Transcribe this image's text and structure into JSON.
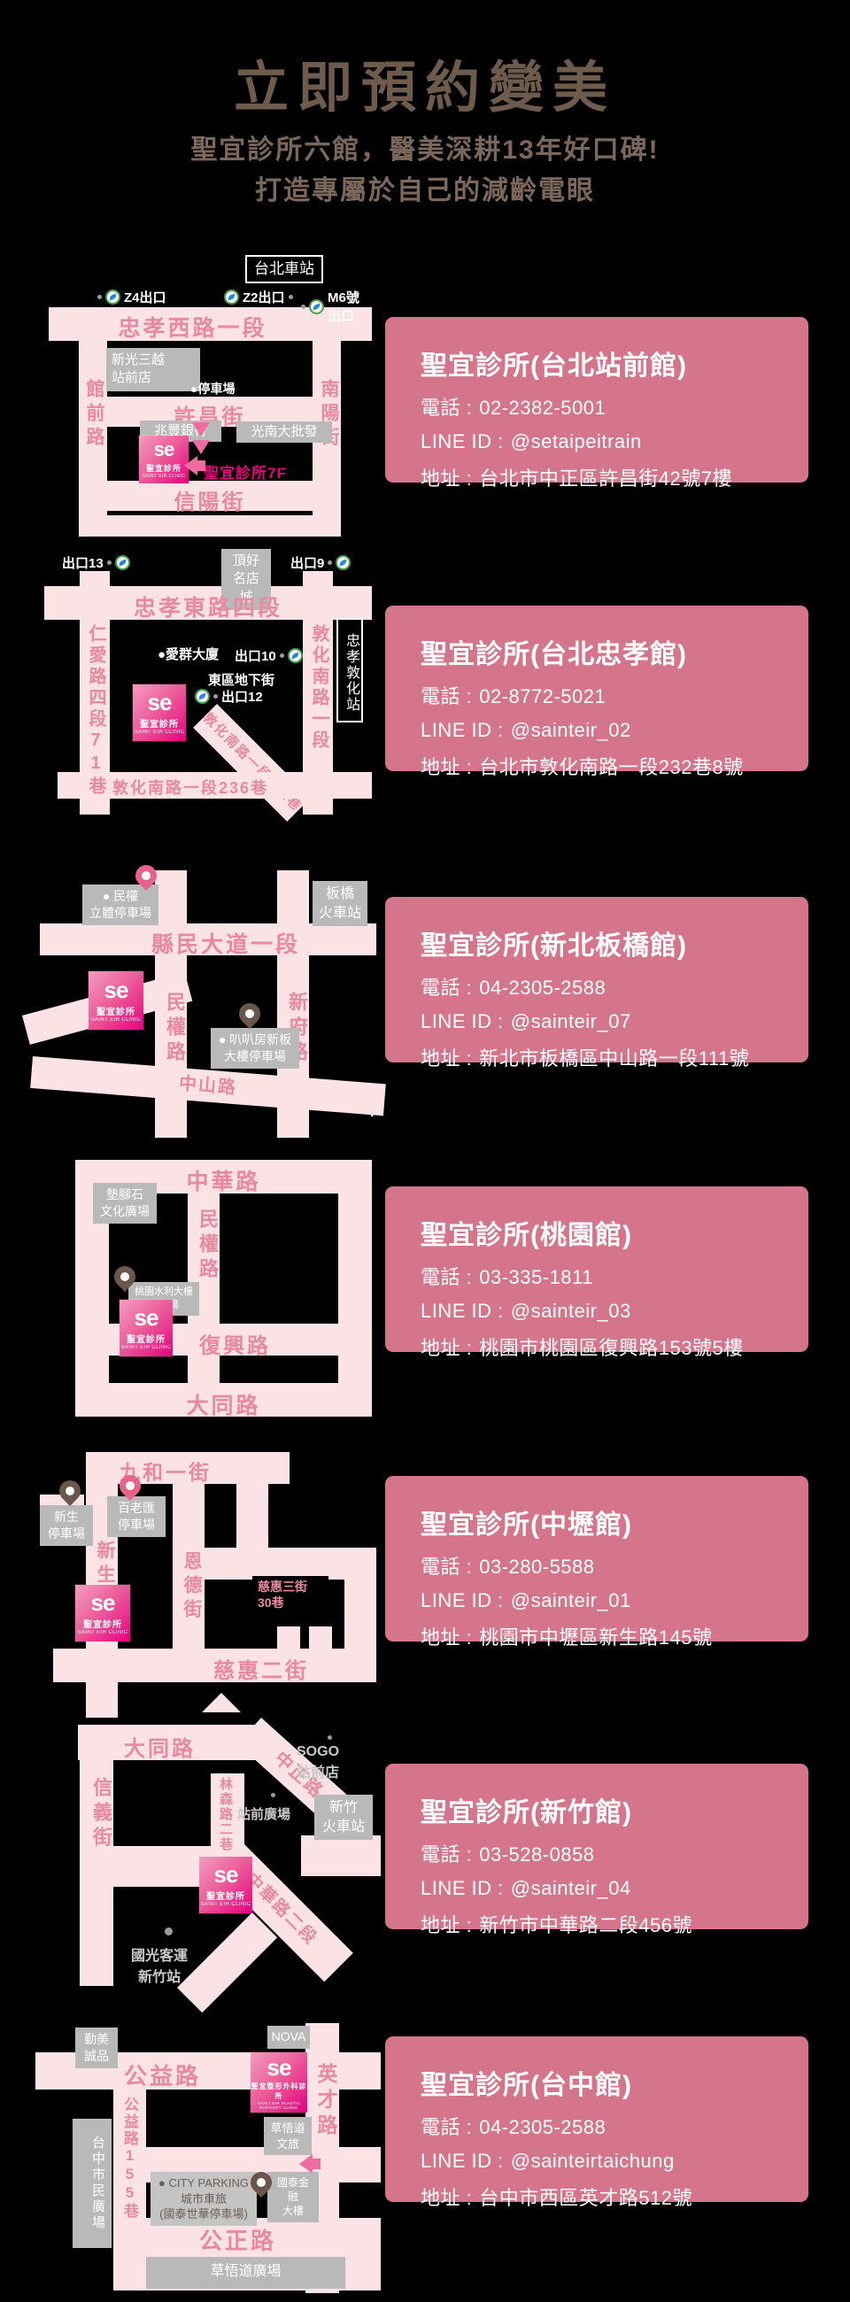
{
  "header": {
    "title": "立即預約變美",
    "sub1": "聖宜診所六館，醫美深耕13年好口碑!",
    "sub2": "打造專屬於自己的減齡電眼"
  },
  "labels": {
    "phone": "電話 :",
    "line": "LINE ID :",
    "addr": "地址 :"
  },
  "cards": [
    {
      "title": "聖宜診所(台北站前館)",
      "phone": "02-2382-5001",
      "line_id": "@setaipeitrain",
      "address": "台北市中正區許昌街42號7樓"
    },
    {
      "title": "聖宜診所(台北忠孝館)",
      "phone": "02-8772-5021",
      "line_id": "@sainteir_02",
      "address": "台北市敦化南路一段232巷8號"
    },
    {
      "title": "聖宜診所(新北板橋館)",
      "phone": "04-2305-2588",
      "line_id": "@sainteir_07",
      "address": "新北市板橋區中山路一段111號"
    },
    {
      "title": "聖宜診所(桃園館)",
      "phone": "03-335-1811",
      "line_id": "@sainteir_03",
      "address": "桃園市桃園區復興路153號5樓"
    },
    {
      "title": "聖宜診所(中壢館)",
      "phone": "03-280-5588",
      "line_id": "@sainteir_01",
      "address": "桃園市中壢區新生路145號"
    },
    {
      "title": "聖宜診所(新竹館)",
      "phone": "03-528-0858",
      "line_id": "@sainteir_04",
      "address": "新竹市中華路二段456號"
    },
    {
      "title": "聖宜診所(台中館)",
      "phone": "04-2305-2588",
      "line_id": "@sainteirtaichung",
      "address": "台中市西區英才路512號"
    }
  ],
  "logo": {
    "mark": "se",
    "name": "聖宜診所",
    "en": "SAINT EIR CLINIC"
  },
  "logo7": {
    "name": "聖宜整形外科診所",
    "en": "SAINT EIR PLASTIC SURGERY CLINIC"
  },
  "maps": {
    "m1": {
      "station": "台北車站",
      "z4": "Z4出口",
      "z2": "Z2出口",
      "m6": "M6號出口",
      "road1": "忠孝西路一段",
      "shinkong": "新光三越\n站前店",
      "parking": "●停車場",
      "left": "館前路",
      "right": "南陽街",
      "road2": "許昌街",
      "bank": "兆豐銀行",
      "guangnan": "光南大批發",
      "clinic": "聖宜診所7F",
      "road3": "信陽街"
    },
    "m2": {
      "exit13": "出口13",
      "dinghao": "頂好\n名店城",
      "exit9": "出口9",
      "road1": "忠孝東路四段",
      "left": "仁愛路四段71巷",
      "aiqun": "●愛群大廈",
      "exit10": "出口10",
      "underground": "東區地下街",
      "exit12": "出口12",
      "right": "敦化南路一段",
      "station": "忠孝敦化站",
      "diag": "敦化南路一段232巷",
      "road2": "敦化南路一段236巷"
    },
    "m3": {
      "parking1": "● 民權\n立體停車場",
      "station": "板橋\n火車站",
      "road1": "縣民大道一段",
      "v1": "民權路",
      "v2": "新府路",
      "parking2": "● 叭叭房新板\n大樓停車場",
      "road2": "中山路"
    },
    "m4": {
      "road1": "中華路",
      "stone": "墊腳石\n文化廣場",
      "v": "民權路",
      "parking": "桃園水利大樓\n停車場",
      "road2": "復興路",
      "road3": "大同路"
    },
    "m5": {
      "road1": "九和一街",
      "parking1": "新生\n停車場",
      "parking2": "百老匯\n停車場",
      "v1": "新生路",
      "v2": "恩德街",
      "lane": "慈惠三街\n30巷",
      "road2": "慈惠二街"
    },
    "m6": {
      "road1": "大同路",
      "diag1": "中正路",
      "sogo": "SOGO\n站前店",
      "v1": "信義街",
      "v2": "林森路二巷",
      "plaza": "站前廣場",
      "station": "新竹\n火車站",
      "diag2": "中華路二段",
      "bus": "國光客運\n新竹站"
    },
    "m7": {
      "eslite": "勤美\n誠品",
      "nova": "NOVA",
      "road1": "公益路",
      "hotel": "草悟道\n文旅",
      "right": "英才路",
      "plaza": "台中市民廣場",
      "left": "公益路155巷",
      "parking": "● CITY PARKING\n城市車旅\n(國泰世華停車場)",
      "cathay": "國泰金融\n大樓",
      "road2": "公正路",
      "caowu": "草悟道廣場"
    }
  },
  "stray": "."
}
